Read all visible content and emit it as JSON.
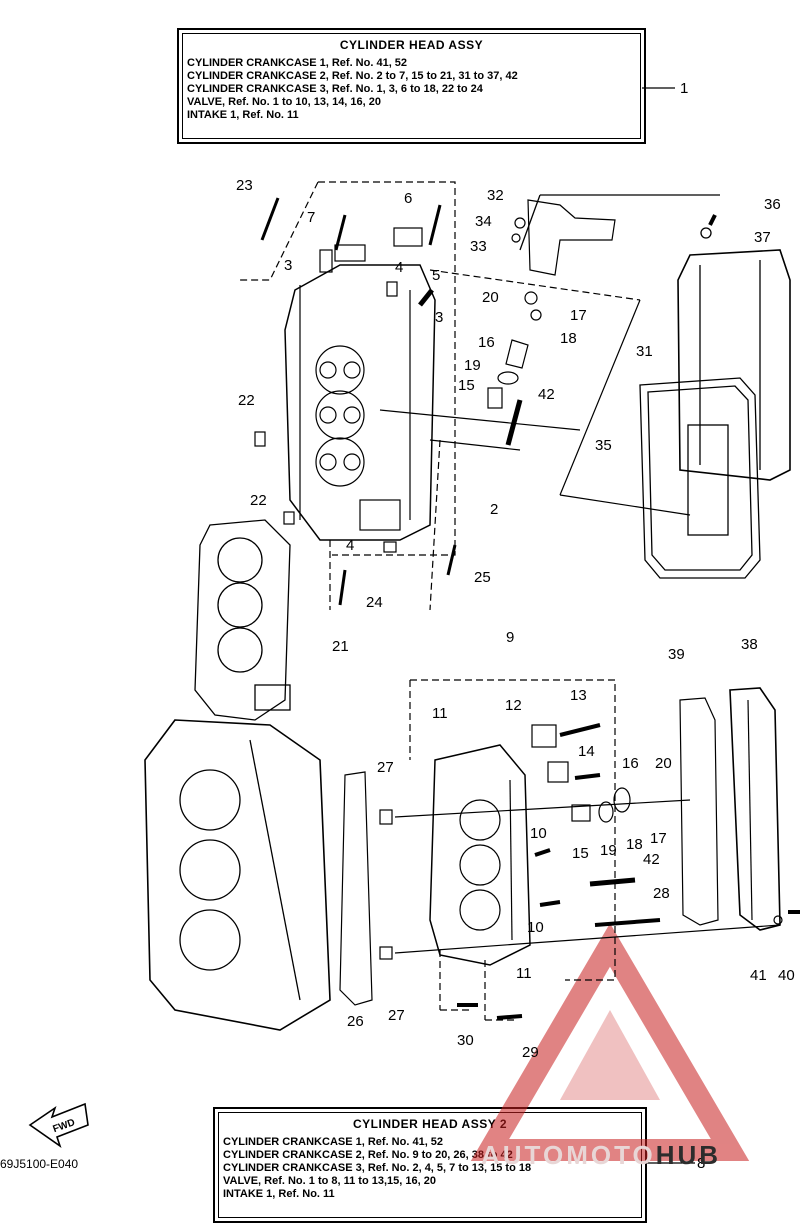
{
  "box_top": {
    "title": "CYLINDER  HEAD ASSY",
    "lines": [
      "CYLINDER CRANKCASE 1,  Ref. No. 41, 52",
      "CYLINDER CRANKCASE 2,  Ref. No. 2 to 7, 15 to 21, 31 to 37, 42",
      "CYLINDER CRANKCASE 3,  Ref. No. 1, 3, 6 to 18, 22 to 24",
      "VALVE,  Ref. No. 1 to 10, 13, 14, 16, 20",
      "INTAKE 1, Ref. No. 11"
    ],
    "ref": "1"
  },
  "box_bottom": {
    "title": "CYLINDER  HEAD ASSY 2",
    "lines": [
      "CYLINDER CRANKCASE 1,  Ref. No. 41, 52",
      "CYLINDER CRANKCASE 2,  Ref. No. 9 to 20, 26, 38 to 42",
      "CYLINDER CRANKCASE 3,  Ref. No. 2, 4, 5, 7 to 13, 15 to 18",
      "VALVE,  Ref. No. 1 to 8, 11 to 13,15, 16, 20",
      "INTAKE 1, Ref. No. 11"
    ],
    "ref": "8"
  },
  "fwd_label": "FWD",
  "diagram_code": "69J5100-E040",
  "watermark": {
    "part1": "AUTOMOTO",
    "part2": "HUB"
  },
  "callouts": [
    {
      "id": "c23",
      "text": "23"
    },
    {
      "id": "c7a",
      "text": "7"
    },
    {
      "id": "c6",
      "text": "6"
    },
    {
      "id": "c32",
      "text": "32"
    },
    {
      "id": "c34",
      "text": "34"
    },
    {
      "id": "c33",
      "text": "33"
    },
    {
      "id": "c36",
      "text": "36"
    },
    {
      "id": "c37",
      "text": "37"
    },
    {
      "id": "c3a",
      "text": "3"
    },
    {
      "id": "c4a",
      "text": "4"
    },
    {
      "id": "c5",
      "text": "5"
    },
    {
      "id": "c3b",
      "text": "3"
    },
    {
      "id": "c20a",
      "text": "20"
    },
    {
      "id": "c17a",
      "text": "17"
    },
    {
      "id": "c18a",
      "text": "18"
    },
    {
      "id": "c16a",
      "text": "16"
    },
    {
      "id": "c19a",
      "text": "19"
    },
    {
      "id": "c15a",
      "text": "15"
    },
    {
      "id": "c42a",
      "text": "42"
    },
    {
      "id": "c31",
      "text": "31"
    },
    {
      "id": "c22a",
      "text": "22"
    },
    {
      "id": "c35",
      "text": "35"
    },
    {
      "id": "c22b",
      "text": "22"
    },
    {
      "id": "c2",
      "text": "2"
    },
    {
      "id": "c4b",
      "text": "4"
    },
    {
      "id": "c25",
      "text": "25"
    },
    {
      "id": "c24",
      "text": "24"
    },
    {
      "id": "c21",
      "text": "21"
    },
    {
      "id": "c9",
      "text": "9"
    },
    {
      "id": "c39",
      "text": "39"
    },
    {
      "id": "c38",
      "text": "38"
    },
    {
      "id": "c13",
      "text": "13"
    },
    {
      "id": "c11a",
      "text": "11"
    },
    {
      "id": "c12",
      "text": "12"
    },
    {
      "id": "c27a",
      "text": "27"
    },
    {
      "id": "c14",
      "text": "14"
    },
    {
      "id": "c16b",
      "text": "16"
    },
    {
      "id": "c20b",
      "text": "20"
    },
    {
      "id": "c10a",
      "text": "10"
    },
    {
      "id": "c15b",
      "text": "15"
    },
    {
      "id": "c19b",
      "text": "19"
    },
    {
      "id": "c18b",
      "text": "18"
    },
    {
      "id": "c17b",
      "text": "17"
    },
    {
      "id": "c42b",
      "text": "42"
    },
    {
      "id": "c28",
      "text": "28"
    },
    {
      "id": "c10b",
      "text": "10"
    },
    {
      "id": "c41",
      "text": "41"
    },
    {
      "id": "c40",
      "text": "40"
    },
    {
      "id": "c11b",
      "text": "11"
    },
    {
      "id": "c26",
      "text": "26"
    },
    {
      "id": "c27b",
      "text": "27"
    },
    {
      "id": "c30",
      "text": "30"
    },
    {
      "id": "c29",
      "text": "29"
    }
  ],
  "colors": {
    "line": "#000000",
    "watermark_red": "#c81e1e"
  }
}
